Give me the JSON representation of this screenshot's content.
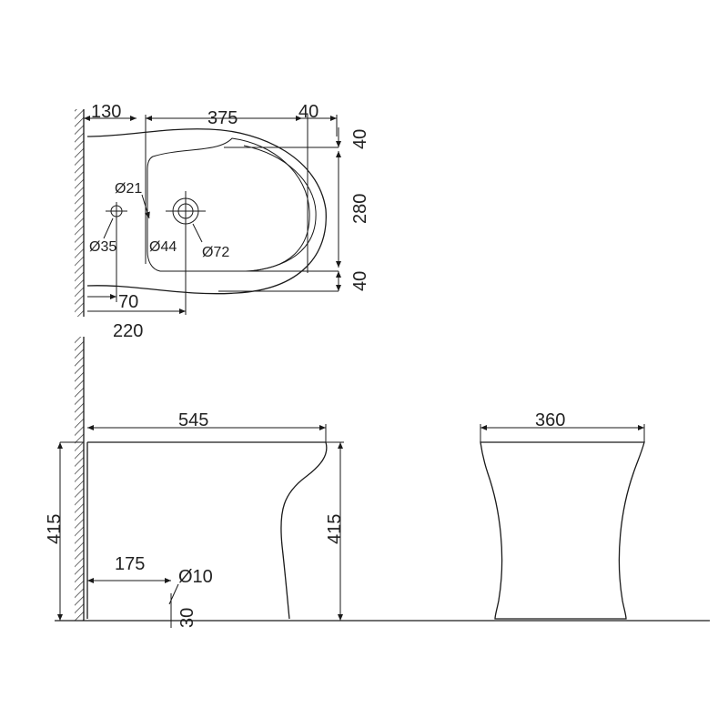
{
  "top_view": {
    "dim_wall_to_hole": "130",
    "dim_bowl_length": "375",
    "dim_front_lip": "40",
    "dim_back_top": "40",
    "dim_inner_width": "280",
    "dim_back_bottom": "40",
    "dia_tap_hole": "Ø21",
    "dia_overflow": "Ø35",
    "dia_drain": "Ø44",
    "dia_drain_outer": "Ø72",
    "dim_to_overflow": "70",
    "dim_to_drain": "220"
  },
  "side_view": {
    "dim_depth": "545",
    "dim_height_left": "415",
    "dim_height_right": "415",
    "dim_inlet_offset": "175",
    "dia_inlet": "Ø10",
    "dim_inlet_height": "30"
  },
  "front_view": {
    "dim_width": "360"
  }
}
